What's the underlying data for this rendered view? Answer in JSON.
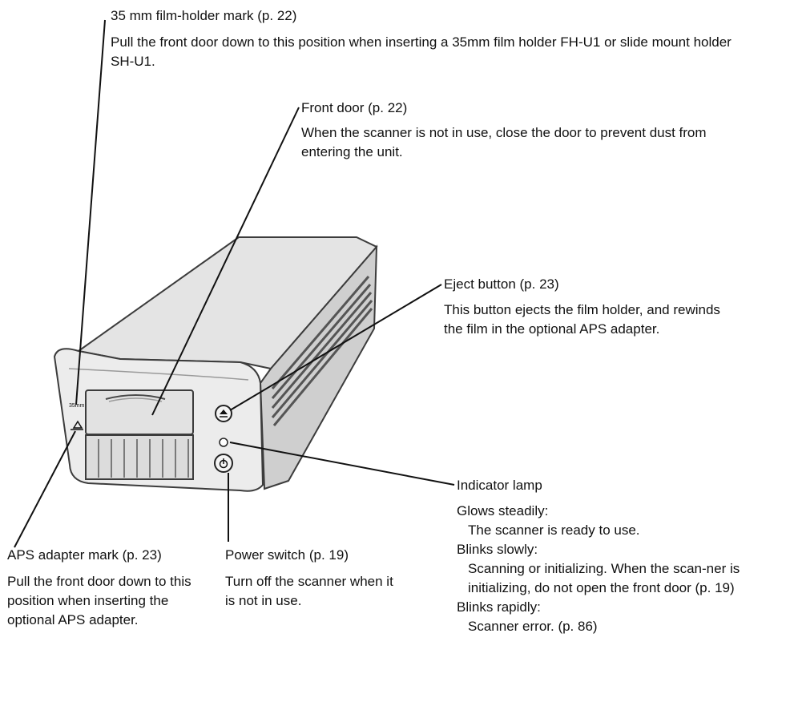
{
  "callouts": {
    "film_mark": {
      "title": "35 mm film-holder mark (p. 22)",
      "desc": "Pull the front door down to this position when inserting a 35mm film holder FH-U1 or slide mount holder SH-U1."
    },
    "front_door": {
      "title": "Front door (p. 22)",
      "desc": "When the scanner is not in use, close the door to prevent dust from entering the unit."
    },
    "eject": {
      "title": "Eject button (p. 23)",
      "desc": "This button ejects the film holder, and rewinds the film in the optional APS adapter."
    },
    "indicator": {
      "title": "Indicator lamp",
      "states": [
        {
          "label": "Glows steadily:",
          "text": "The scanner is ready to use."
        },
        {
          "label": "Blinks slowly:",
          "text": "Scanning or initializing. When the scan-ner is initializing, do not open the front door (p. 19)"
        },
        {
          "label": "Blinks rapidly:",
          "text": "Scanner error. (p. 86)"
        }
      ]
    },
    "aps": {
      "title": "APS adapter mark (p. 23)",
      "desc": "Pull the front door down to this position when inserting the optional APS adapter."
    },
    "power": {
      "title": "Power switch (p. 19)",
      "desc": "Turn off the scanner when it is not in use."
    }
  },
  "device_marks": {
    "film_mark_text": "35mm"
  },
  "colors": {
    "ink": "#111111",
    "body_light": "#ebebeb",
    "body_mid": "#d2d2d2",
    "body_dark": "#b4b4b4",
    "outline": "#3c3c3c"
  }
}
